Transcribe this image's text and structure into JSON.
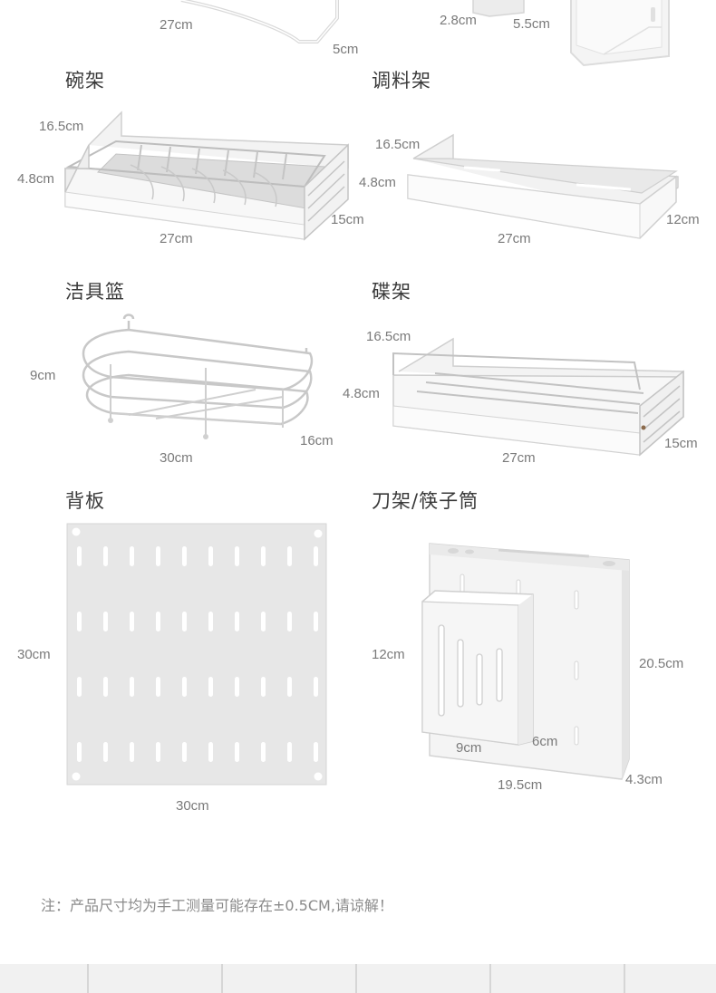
{
  "top_partial": {
    "label_27": "27cm",
    "label_5": "5cm",
    "label_28": "2.8cm",
    "label_55": "5.5cm"
  },
  "products": {
    "bowl_rack": {
      "title": "碗架",
      "h": "16.5cm",
      "d": "4.8cm",
      "w": "27cm",
      "l": "15cm"
    },
    "spice_rack": {
      "title": "调料架",
      "h": "16.5cm",
      "d": "4.8cm",
      "w": "27cm",
      "l": "12cm"
    },
    "cleaning_basket": {
      "title": "洁具篮",
      "h": "9cm",
      "w": "30cm",
      "l": "16cm"
    },
    "dish_rack": {
      "title": "碟架",
      "h": "16.5cm",
      "d": "4.8cm",
      "w": "27cm",
      "l": "15cm"
    },
    "back_panel": {
      "title": "背板",
      "h": "30cm",
      "w": "30cm"
    },
    "knife_holder": {
      "title": "刀架/筷子筒",
      "h": "12cm",
      "cup_w": "9cm",
      "cup_d": "6cm",
      "height": "20.5cm",
      "width": "19.5cm",
      "depth": "4.3cm"
    }
  },
  "note": "注：产品尺寸均为手工测量可能存在±0.5CM,请谅解！"
}
